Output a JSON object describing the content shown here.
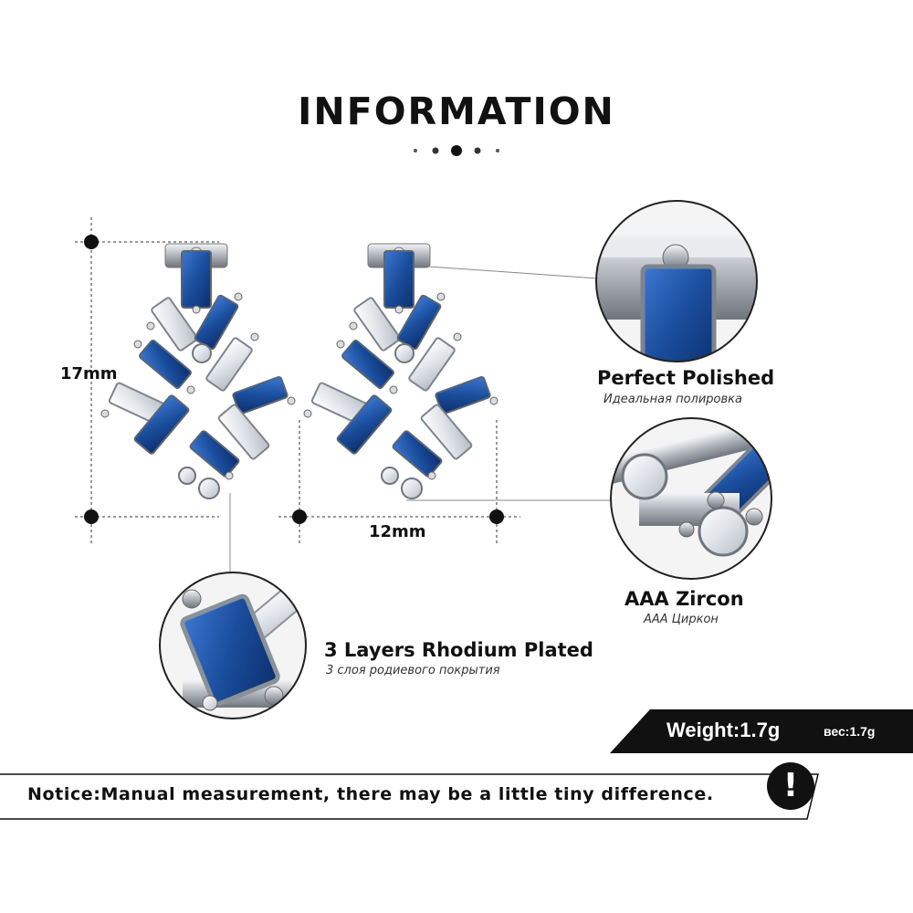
{
  "header": {
    "title": "INFORMATION"
  },
  "dimensions": {
    "height": "17mm",
    "width": "12mm"
  },
  "features": [
    {
      "title": "Perfect  Polished",
      "subtitle": "Идеальная полировка",
      "icon": "polished-detail-icon"
    },
    {
      "title": "AAA  Zircon",
      "subtitle": "AAA Циркон",
      "icon": "zircon-detail-icon"
    },
    {
      "title": "3 Layers Rhodium Plated",
      "subtitle": "3 слоя родиевого покрытия",
      "icon": "rhodium-detail-icon"
    }
  ],
  "weight": {
    "label": "Weight:1.7g",
    "label_ru": "вес:1.7g"
  },
  "notice": {
    "text": "Notice:Manual measurement, there may be a little tiny difference.",
    "mark": "!"
  },
  "colors": {
    "sapphire": "#1a4d9c",
    "silver": "#c9ccd1",
    "ink": "#111111",
    "background": "#ffffff"
  }
}
